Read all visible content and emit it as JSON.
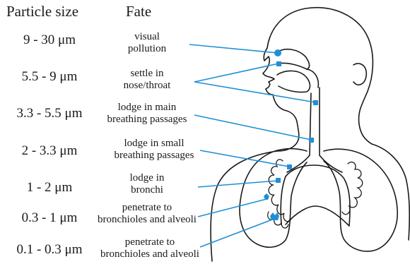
{
  "headers": {
    "particle_size": "Particle size",
    "fate": "Fate"
  },
  "rows": [
    {
      "size": "9 - 30 μm",
      "fate_line1": "visual",
      "fate_line2": "pollution"
    },
    {
      "size": "5.5 - 9 μm",
      "fate_line1": "settle in",
      "fate_line2": "nose/throat"
    },
    {
      "size": "3.3 - 5.5 μm",
      "fate_line1": "lodge in main",
      "fate_line2": "breathing passages"
    },
    {
      "size": "2 - 3.3 μm",
      "fate_line1": "lodge in small",
      "fate_line2": "breathing passages"
    },
    {
      "size": "1 - 2 μm",
      "fate_line1": "lodge in",
      "fate_line2": "bronchi"
    },
    {
      "size": "0.3 - 1 μm",
      "fate_line1": "penetrate to",
      "fate_line2": "bronchioles and alveoli"
    },
    {
      "size": "0.1 - 0.3 μm",
      "fate_line1": "penetrate to",
      "fate_line2": "bronchioles and alveoli"
    }
  ],
  "colors": {
    "pointer": "#1f8fd6",
    "outline": "#1a1a1a",
    "text": "#1a1a1a"
  }
}
